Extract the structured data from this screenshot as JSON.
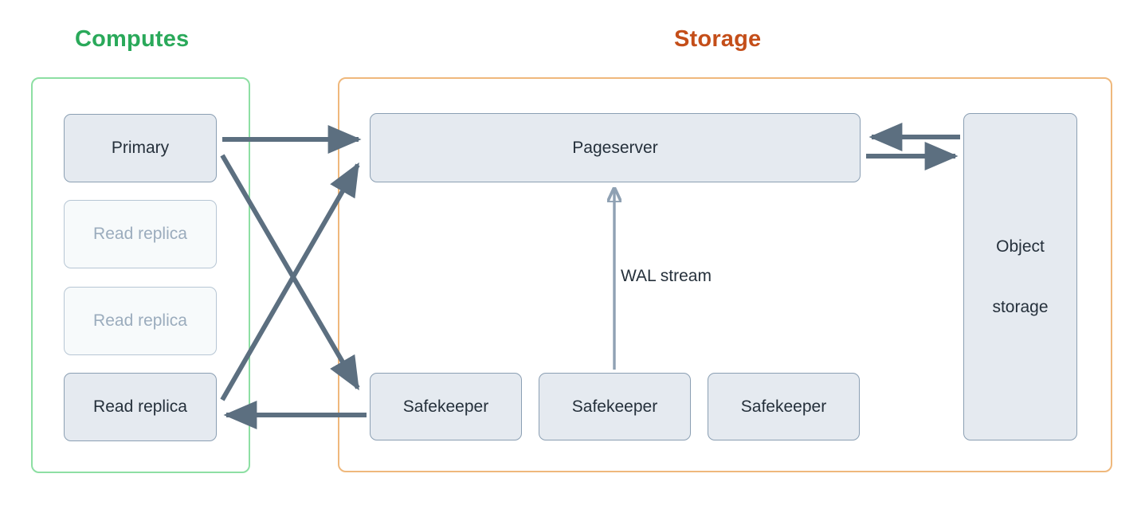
{
  "diagram": {
    "groups": [
      {
        "id": "computes",
        "title": "Computes",
        "color": "#2aa95a",
        "border_color": "#8ddfa3"
      },
      {
        "id": "storage",
        "title": "Storage",
        "color": "#c44e19",
        "border_color": "#efb87c"
      }
    ],
    "nodes": {
      "primary": {
        "label": "Primary",
        "state": "active"
      },
      "replica_1": {
        "label": "Read replica",
        "state": "inactive"
      },
      "replica_2": {
        "label": "Read replica",
        "state": "inactive"
      },
      "replica_3": {
        "label": "Read replica",
        "state": "active"
      },
      "pageserver": {
        "label": "Pageserver",
        "state": "active"
      },
      "object_storage": {
        "label_line_1": "Object",
        "label_line_2": "storage",
        "state": "active"
      },
      "safekeeper_1": {
        "label": "Safekeeper",
        "state": "active"
      },
      "safekeeper_2": {
        "label": "Safekeeper",
        "state": "active"
      },
      "safekeeper_3": {
        "label": "Safekeeper",
        "state": "active"
      }
    },
    "edges": [
      {
        "id": "primary-to-pageserver",
        "from": "primary",
        "to": "pageserver",
        "label": "",
        "style": "thick"
      },
      {
        "id": "primary-to-safekeeper",
        "from": "primary",
        "to": "safekeeper_1",
        "label": "",
        "style": "thick"
      },
      {
        "id": "replica-to-pageserver",
        "from": "replica_3",
        "to": "pageserver",
        "label": "",
        "style": "thick"
      },
      {
        "id": "safekeeper-to-replica",
        "from": "safekeeper_1",
        "to": "replica_3",
        "label": "",
        "style": "thick"
      },
      {
        "id": "safekeeper-to-pageserver",
        "from": "safekeeper_2",
        "to": "pageserver",
        "label": "WAL stream",
        "style": "thin"
      },
      {
        "id": "object-storage-to-pageserver",
        "from": "object_storage",
        "to": "pageserver",
        "label": "",
        "style": "thick"
      },
      {
        "id": "pageserver-to-object-storage",
        "from": "pageserver",
        "to": "object_storage",
        "label": "",
        "style": "thick"
      }
    ],
    "colors": {
      "node_fill": "#e5eaf0",
      "node_fill_inactive": "#f7fafb",
      "node_border": "#8b9fb3",
      "node_text": "#25303b",
      "node_text_inactive": "#9bacbd",
      "arrow_thick": "#5c6f80",
      "arrow_thin": "#8fa1b3",
      "background": "#ffffff"
    }
  }
}
